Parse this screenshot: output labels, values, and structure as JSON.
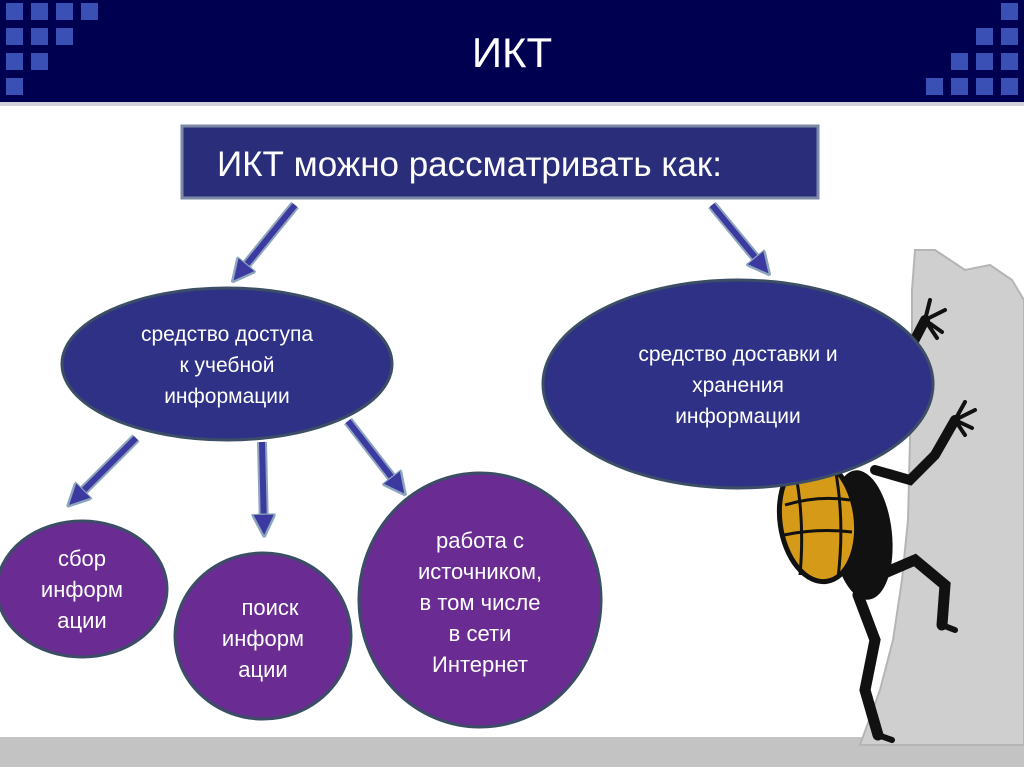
{
  "slide": {
    "title": "ИКТ"
  },
  "diagram": {
    "root": {
      "label": "ИКТ можно рассматривать как:"
    },
    "branch_left": {
      "lines": [
        "средство доступа",
        "к учебной",
        "информации"
      ]
    },
    "branch_right": {
      "lines": [
        "средство доставки и",
        "хранения",
        "информации"
      ]
    },
    "leaves": [
      {
        "lines": [
          "сбор",
          "информ",
          "ации"
        ]
      },
      {
        "lines": [
          "поиск",
          "информ",
          "ации"
        ]
      },
      {
        "lines": [
          "работа с",
          "источником,",
          "в том числе",
          "в сети",
          "Интернет"
        ]
      }
    ]
  },
  "colors": {
    "header_background": "#000050",
    "header_squares": "#3a50b4",
    "title_box_fill": "#2a2e7a",
    "title_box_border": "#7c8aa8",
    "ellipse_blue_fill": "#2e3186",
    "ellipse_purple_fill": "#6a2c92",
    "node_border": "#3c4d66",
    "arrow_fill": "#3c3aa0",
    "arrow_border": "#8da5bd",
    "rock": "#cfcfcf",
    "backpack": "#d49a18",
    "footer_bar": "#c3c3c3"
  },
  "icons": {
    "header_decoration": "blue-square-grid",
    "illustration": "climber-with-backpack"
  }
}
